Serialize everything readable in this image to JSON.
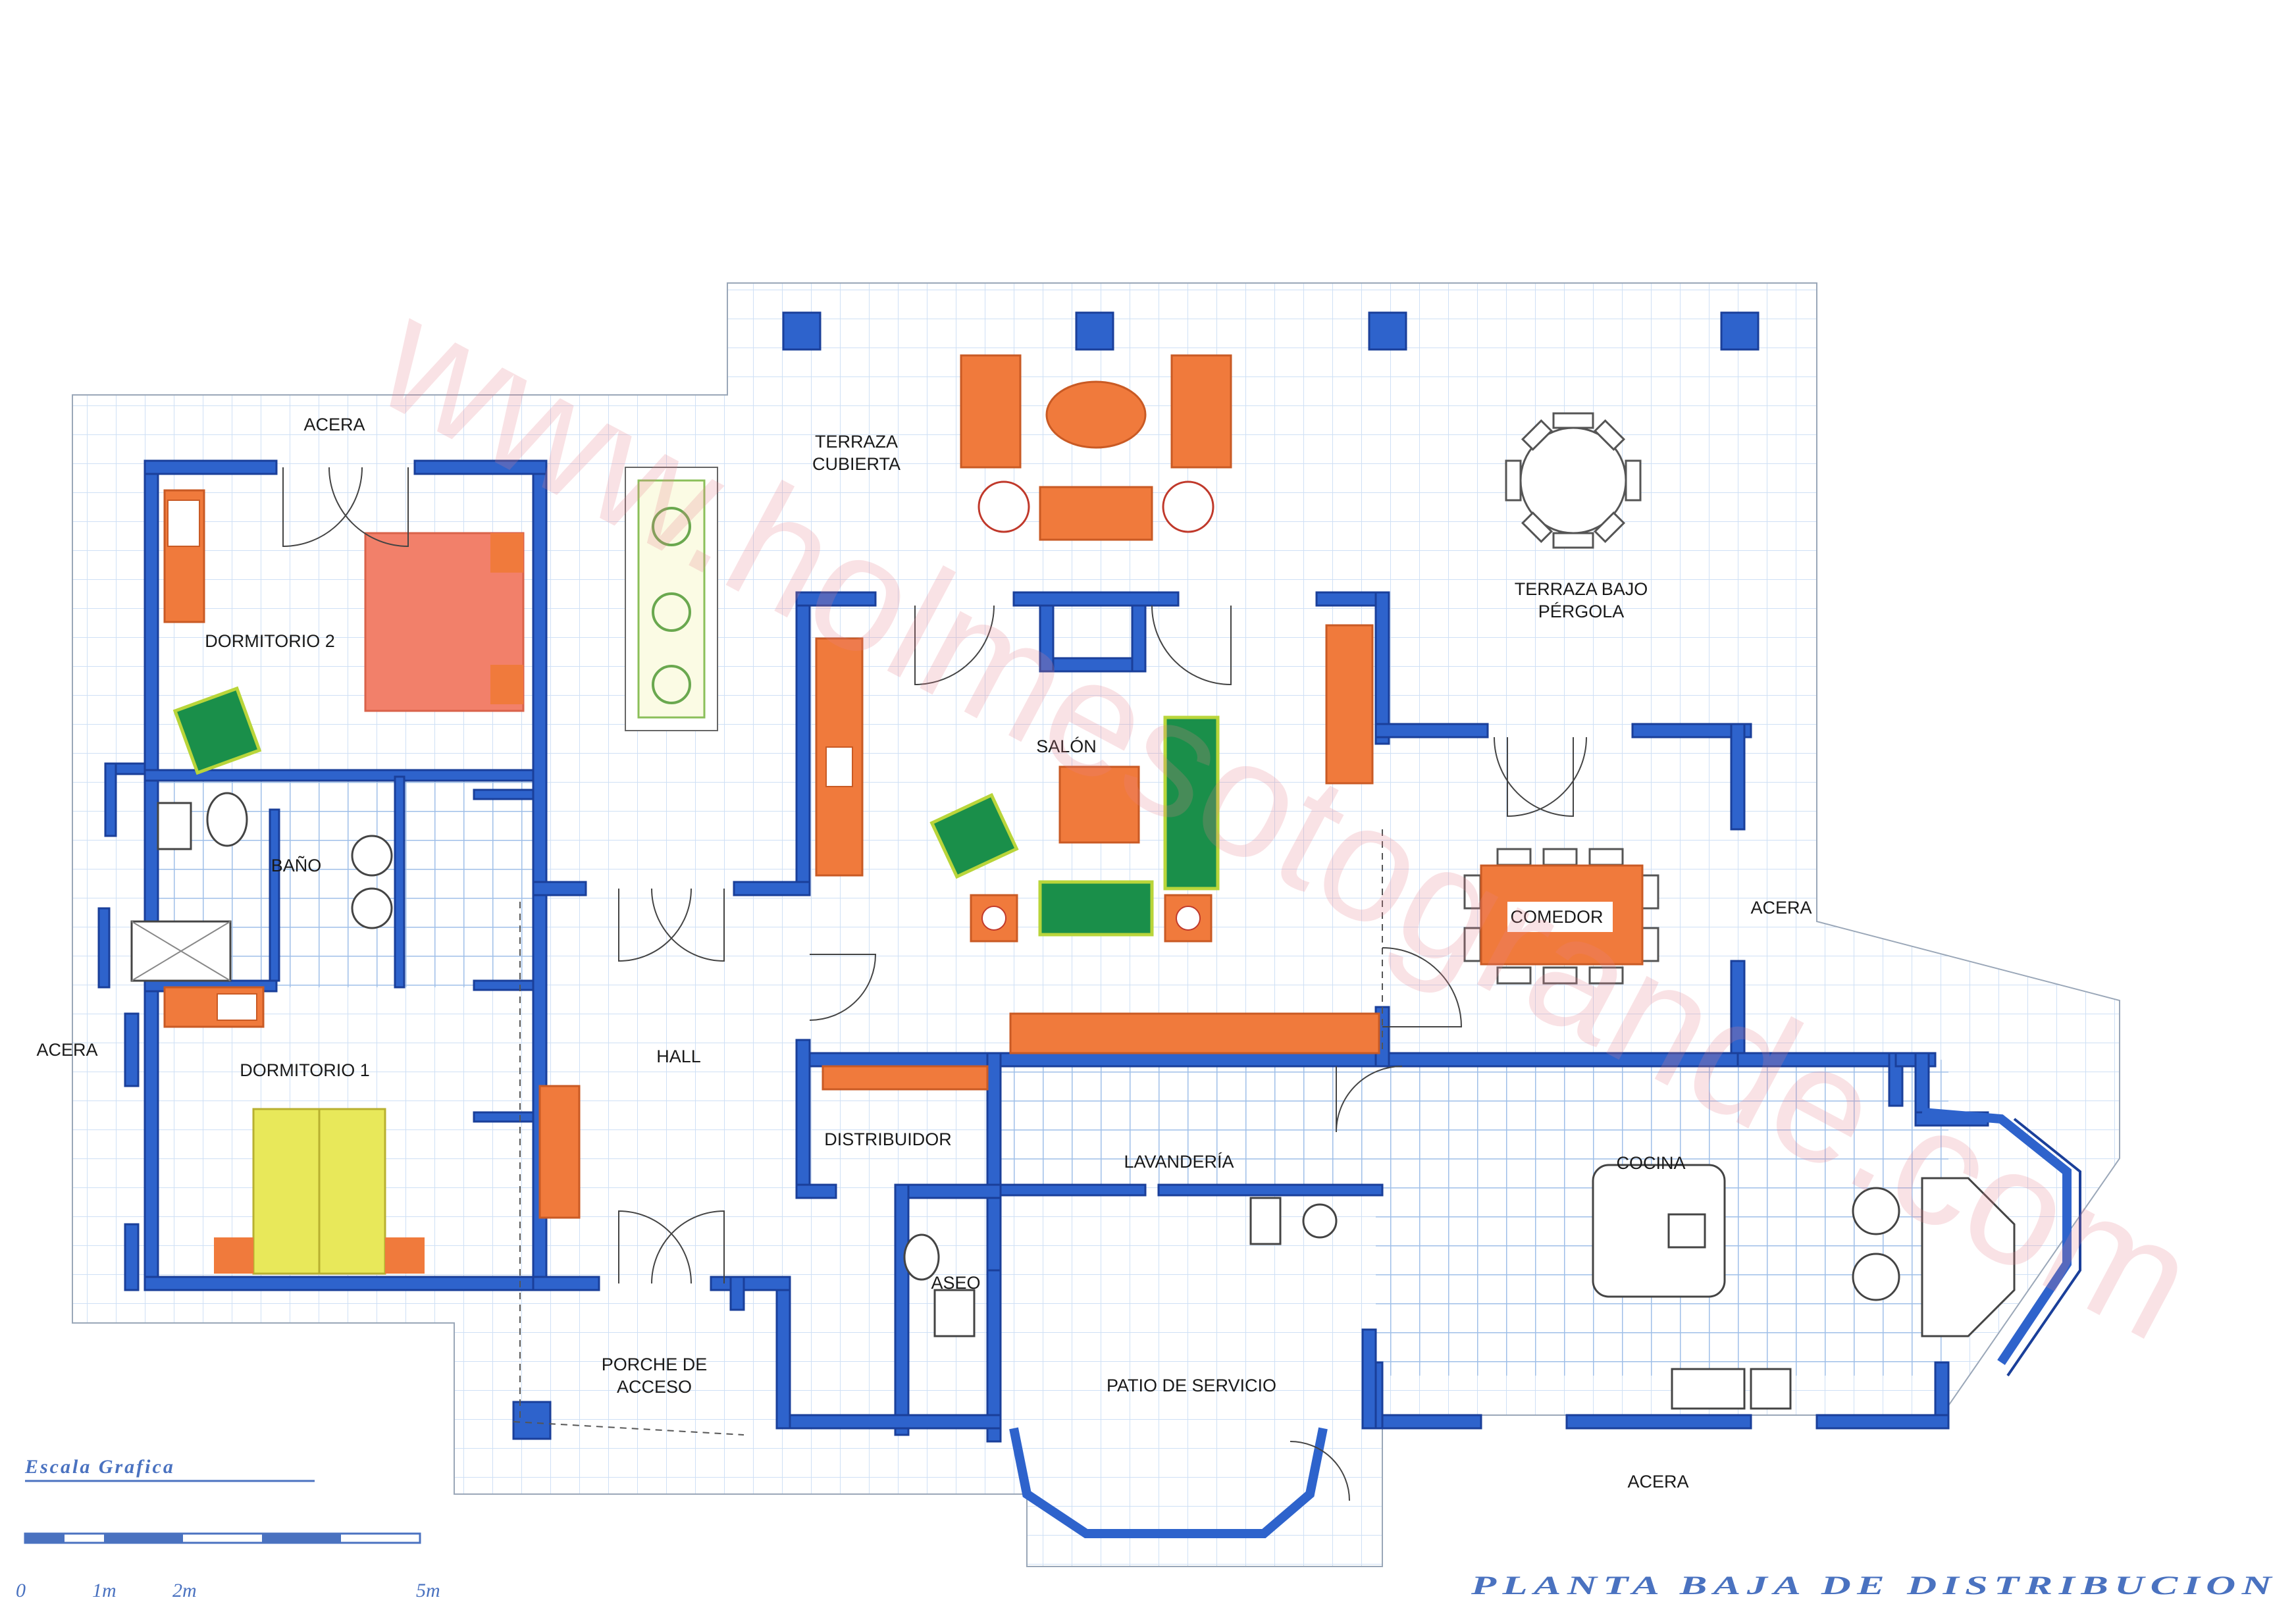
{
  "rooms": {
    "acera_top": "ACERA",
    "terraza_cubierta_1": "TERRAZA",
    "terraza_cubierta_2": "CUBIERTA",
    "terraza_pergola_1": "TERRAZA BAJO",
    "terraza_pergola_2": "PÉRGOLA",
    "dormitorio2": "DORMITORIO 2",
    "salon": "SALÓN",
    "bano": "BAÑO",
    "comedor": "COMEDOR",
    "acera_right": "ACERA",
    "acera_left": "ACERA",
    "dormitorio1": "DORMITORIO 1",
    "hall": "HALL",
    "distribuidor": "DISTRIBUIDOR",
    "lavanderia": "LAVANDERÍA",
    "cocina": "COCINA",
    "aseo": "ASEO",
    "porche_1": "PORCHE DE",
    "porche_2": "ACCESO",
    "patio": "PATIO DE SERVICIO",
    "acera_bottom": "ACERA"
  },
  "scale": {
    "title": "Escala Grafica",
    "ticks": [
      "0",
      "1m",
      "2m",
      "5m"
    ]
  },
  "plan_title": "PLANTA BAJA DE DISTRIBUCION",
  "watermark": "www.holmesotogrande.com",
  "colors": {
    "wall": "#2e63cc",
    "wall_outline": "#1a3f9a",
    "grid": "#c9dcf3",
    "tile": "#9fbfe8",
    "furniture_orange": "#f07a3c",
    "bed_salmon": "#f2806a",
    "furniture_green": "#1a8f4a",
    "bed_yellow": "#e8e85a",
    "title_blue": "#4a72c0",
    "watermark_pink": "#e8808c"
  }
}
